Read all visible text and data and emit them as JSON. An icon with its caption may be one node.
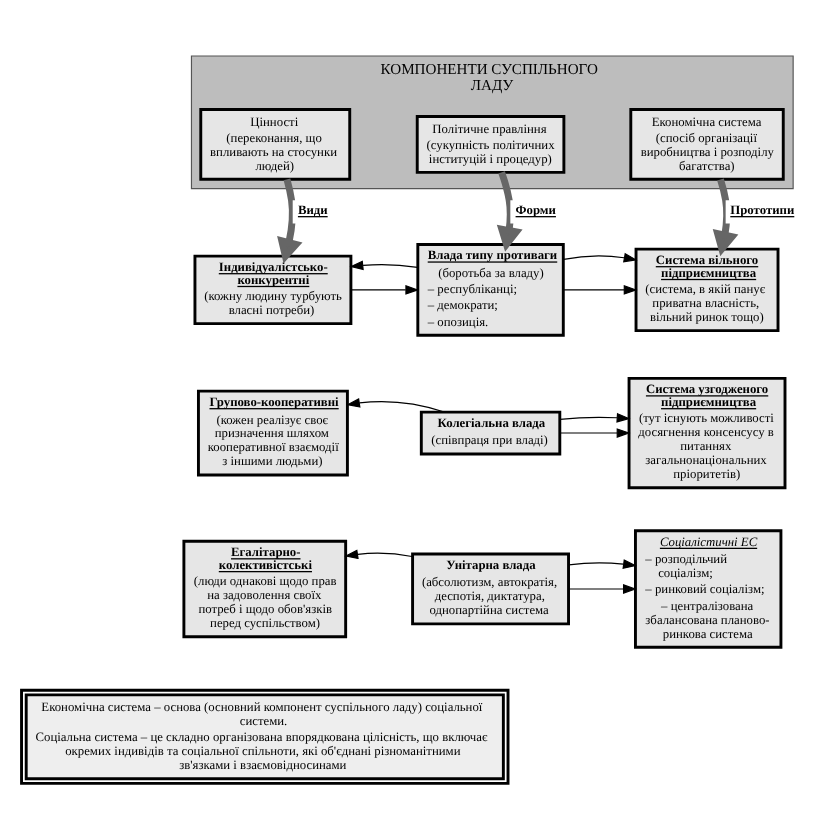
{
  "diagram": {
    "nodes": [
      {
        "text": [
          "КОМПОНЕНТИ СУСПІЛЬНОГО ЛАДУ"
        ]
      },
      {
        "text": [
          "Цінності",
          "(переконання, що впливають на стосунки людей)"
        ],
        "in": 0
      },
      {
        "text": [
          "Політичне правління",
          "(сукупність політичних інституцій і процедур)"
        ],
        "in": 0
      },
      {
        "text": [
          "Економічна система",
          "(спосіб організації виробництва і розподілу багатства)"
        ],
        "in": 0
      },
      {
        "text": [
          "Індивідуалістсько-конкурентні",
          "(кожну людину турбують власні потреби)"
        ]
      },
      {
        "text": [
          "Влада типу противаги",
          "(боротьба за владу)",
          "– республіканці;",
          "– демократи;",
          "– опозиція."
        ]
      },
      {
        "text": [
          "Система вільного підприємництва",
          "(система, в якій панує приватна власність, вільний ринок тощо)"
        ]
      },
      {
        "text": [
          "Групово-кооперативні",
          "(кожен реалізує своє призначення шляхом кооперативної взаємодії з іншими людьми)"
        ]
      },
      {
        "text": [
          "Колегіальна влада",
          "(співпраця при владі)"
        ]
      },
      {
        "text": [
          "Система узгодженого підприємництва",
          "(тут існують можливості досягнення консенсусу в питаннях загальнонаціональних пріоритетів)"
        ]
      },
      {
        "text": [
          "Егалітарно-колективістські",
          "(люди однакові щодо прав на задоволення своїх потреб і щодо обов'язків перед суспільством)"
        ]
      },
      {
        "text": [
          "Унітарна влада",
          "(абсолютизм, автократія, деспотія, диктатура, однопартійна система"
        ]
      },
      {
        "text": [
          "Соціалістичні ЕС",
          "– розподільчий соціалізм;",
          "– ринковий соціалізм;",
          "– централізована збалансована планово-ринкова система"
        ]
      },
      {
        "text": [
          "Економічна система – основа (основний компонент суспільного ладу) соціальної системи.",
          "Соціальна система – це складно організована впорядкована цілісність, що включає окремих індивідів та соціальної спільноти, які об'єднані різноманітними зв'язками і взаємовідносинами"
        ]
      }
    ],
    "edges": [
      {
        "from": 1,
        "to": 4,
        "arrow": "to",
        "label": "Види",
        "style": "thick",
        "color": "#666666"
      },
      {
        "from": 2,
        "to": 5,
        "arrow": "to",
        "label": "Форми",
        "style": "thick",
        "color": "#666666"
      },
      {
        "from": 3,
        "to": 6,
        "arrow": "to",
        "label": "Прототипи",
        "style": "thick",
        "color": "#666666"
      },
      {
        "from": 4,
        "to": 5,
        "arrow": "to"
      },
      {
        "from": 5,
        "to": 4,
        "arrow": "to"
      },
      {
        "from": 5,
        "to": 6,
        "arrow": "to"
      },
      {
        "from": 5,
        "to": 6,
        "arrow": "to"
      },
      {
        "from": 8,
        "to": 7,
        "arrow": "to"
      },
      {
        "from": 8,
        "to": 9,
        "arrow": "to"
      },
      {
        "from": 8,
        "to": 9,
        "arrow": "to"
      },
      {
        "from": 11,
        "to": 10,
        "arrow": "to"
      },
      {
        "from": 11,
        "to": 12,
        "arrow": "to"
      },
      {
        "from": 11,
        "to": 12,
        "arrow": "to"
      }
    ]
  }
}
